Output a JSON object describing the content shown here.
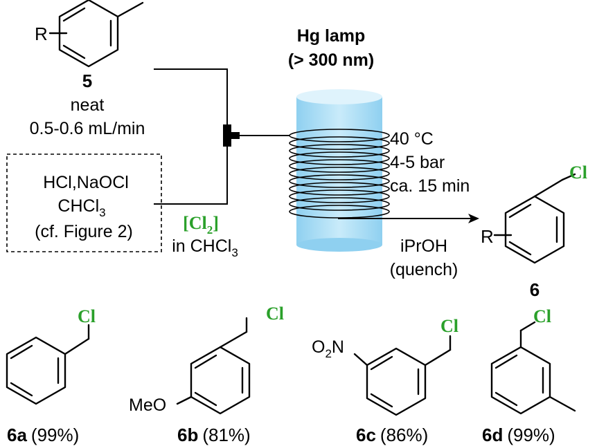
{
  "reactant": {
    "substituent": "R",
    "number": "5",
    "condition_neat": "neat",
    "flow_rate": "0.5-0.6 mL/min"
  },
  "reagent_box": {
    "line1": "HCl,NaOCl",
    "line2": "CHCl",
    "line2_sub": "3",
    "line3": "(cf. Figure 2)"
  },
  "chlorine": {
    "label_bracket_open": "[Cl",
    "label_sub": "2",
    "label_bracket_close": "]",
    "solvent_prefix": "in CHCl",
    "solvent_sub": "3"
  },
  "lamp": {
    "line1": "Hg lamp",
    "line2": "(> 300 nm)"
  },
  "conditions": {
    "temperature": "40 °C",
    "pressure": "4-5 bar",
    "time": "ca. 15 min"
  },
  "quench": {
    "line1": "iPrOH",
    "line2": "(quench)"
  },
  "product": {
    "substituent": "R",
    "number": "6",
    "cl_label": "Cl"
  },
  "examples": [
    {
      "id": "6a",
      "yield": "(99%)",
      "cl": "Cl"
    },
    {
      "id": "6b",
      "yield": "(81%)",
      "cl": "Cl",
      "group": "MeO"
    },
    {
      "id": "6c",
      "yield": "(86%)",
      "cl": "Cl",
      "group_o": "O",
      "group_sub": "2",
      "group_n": "N"
    },
    {
      "id": "6d",
      "yield": "(99%)",
      "cl": "Cl"
    }
  ],
  "colors": {
    "chlorine_green": "#2aa02a",
    "lamp_light": "#bfe4f7",
    "lamp_mid": "#8fd0f0"
  }
}
